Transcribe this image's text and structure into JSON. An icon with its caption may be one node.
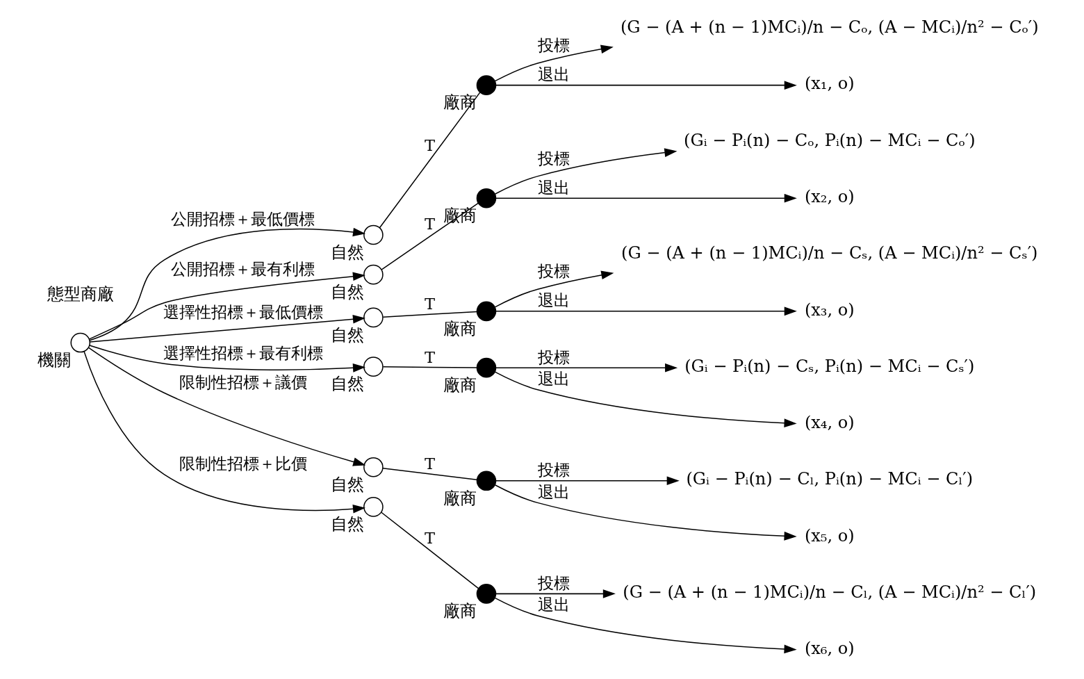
{
  "diagram": {
    "nodes": [
      {
        "text": [],
        "shape": "circle",
        "beside": [
          "機關"
        ]
      },
      {
        "text": [],
        "shape": "circle",
        "beside": [
          "自然"
        ]
      },
      {
        "text": [],
        "shape": "dot",
        "beside": [
          "廠商"
        ]
      },
      {
        "text": [
          "(G − (A + (n − 1)MCᵢ)/n − Cₒ, (A − MCᵢ)/n² − Cₒ′)"
        ]
      },
      {
        "text": [
          "(x₁, o)"
        ]
      },
      {
        "text": [],
        "shape": "circle",
        "beside": [
          "自然"
        ]
      },
      {
        "text": [],
        "shape": "dot",
        "beside": [
          "廠商"
        ]
      },
      {
        "text": [
          "(Gᵢ − Pᵢ(n) − Cₒ, Pᵢ(n) − MCᵢ − Cₒ′)"
        ]
      },
      {
        "text": [
          "(x₂, o)"
        ]
      },
      {
        "text": [],
        "shape": "circle",
        "beside": [
          "自然"
        ]
      },
      {
        "text": [],
        "shape": "dot",
        "beside": [
          "廠商"
        ]
      },
      {
        "text": [
          "(G − (A + (n − 1)MCᵢ)/n − Cₛ, (A − MCᵢ)/n² − Cₛ′)"
        ]
      },
      {
        "text": [
          "(x₃, o)"
        ]
      },
      {
        "text": [],
        "shape": "circle",
        "beside": [
          "自然"
        ]
      },
      {
        "text": [],
        "shape": "dot",
        "beside": [
          "廠商"
        ]
      },
      {
        "text": [
          "(Gᵢ − Pᵢ(n) − Cₛ, Pᵢ(n) − MCᵢ − Cₛ′)"
        ]
      },
      {
        "text": [
          "(x₄, o)"
        ]
      },
      {
        "text": [],
        "shape": "circle",
        "beside": [
          "自然"
        ]
      },
      {
        "text": [],
        "shape": "dot",
        "beside": [
          "廠商"
        ]
      },
      {
        "text": [
          "(Gᵢ − Pᵢ(n) − Cₗ, Pᵢ(n) − MCᵢ − Cₗ′)"
        ]
      },
      {
        "text": [
          "(x₅, o)"
        ]
      },
      {
        "text": [],
        "shape": "circle",
        "beside": [
          "自然"
        ]
      },
      {
        "text": [],
        "shape": "dot",
        "beside": [
          "廠商"
        ]
      },
      {
        "text": [
          "(G − (A + (n − 1)MCᵢ)/n − Cₗ, (A − MCᵢ)/n² − Cₗ′)"
        ]
      },
      {
        "text": [
          "(x₆, o)"
        ]
      }
    ],
    "edges": [
      {
        "from": 0,
        "to": 1,
        "arrow": "to",
        "label": "公開招標＋最低價標"
      },
      {
        "from": 1,
        "to": 2,
        "arrow": "none",
        "label": "T"
      },
      {
        "from": 2,
        "to": 3,
        "arrow": "to",
        "label": "投標"
      },
      {
        "from": 2,
        "to": 4,
        "arrow": "to",
        "label": "退出"
      },
      {
        "from": 0,
        "to": 5,
        "arrow": "to",
        "label": "公開招標＋最有利標"
      },
      {
        "from": 5,
        "to": 6,
        "arrow": "none",
        "label": "T"
      },
      {
        "from": 6,
        "to": 7,
        "arrow": "to",
        "label": "投標"
      },
      {
        "from": 6,
        "to": 8,
        "arrow": "to",
        "label": "退出"
      },
      {
        "from": 0,
        "to": 9,
        "arrow": "to",
        "label": "選擇性招標＋最低價標"
      },
      {
        "from": 9,
        "to": 10,
        "arrow": "none",
        "label": "T"
      },
      {
        "from": 10,
        "to": 11,
        "arrow": "to",
        "label": "投標"
      },
      {
        "from": 10,
        "to": 12,
        "arrow": "to",
        "label": "退出"
      },
      {
        "from": 0,
        "to": 13,
        "arrow": "to",
        "label": "選擇性招標＋最有利標"
      },
      {
        "from": 13,
        "to": 14,
        "arrow": "none",
        "label": "T"
      },
      {
        "from": 14,
        "to": 15,
        "arrow": "to",
        "label": "投標"
      },
      {
        "from": 14,
        "to": 16,
        "arrow": "to",
        "label": "退出"
      },
      {
        "from": 0,
        "to": 17,
        "arrow": "to",
        "label": "限制性招標＋議價"
      },
      {
        "from": 17,
        "to": 18,
        "arrow": "none",
        "label": "T"
      },
      {
        "from": 18,
        "to": 19,
        "arrow": "to",
        "label": "投標"
      },
      {
        "from": 18,
        "to": 20,
        "arrow": "to",
        "label": "退出"
      },
      {
        "from": 0,
        "to": 21,
        "arrow": "to",
        "label": "限制性招標＋比價"
      },
      {
        "from": 21,
        "to": 22,
        "arrow": "none",
        "label": "T"
      },
      {
        "from": 22,
        "to": 23,
        "arrow": "to",
        "label": "投標"
      },
      {
        "from": 22,
        "to": 24,
        "arrow": "to",
        "label": "退出"
      }
    ],
    "labels": [
      "態型商廠"
    ]
  }
}
